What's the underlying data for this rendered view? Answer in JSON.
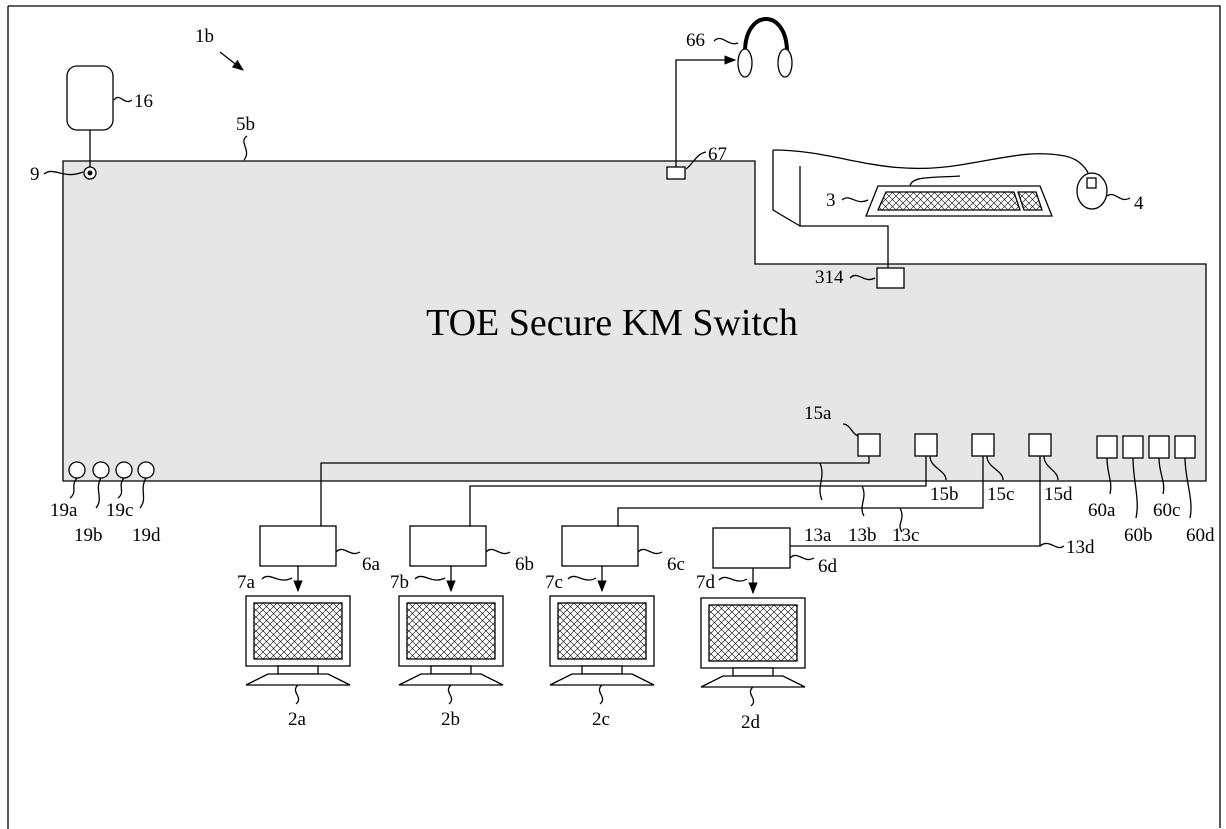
{
  "figure_label": "1b",
  "device": {
    "title": "TOE Secure KM Switch",
    "enclosure_ref": "5b",
    "tamper_ref": "9",
    "fob_ref": "16",
    "audio_port_ref": "67",
    "headset_ref": "66",
    "km_port_ref": "314",
    "keyboard_ref": "3",
    "mouse_ref": "4",
    "indicators": [
      "19a",
      "19b",
      "19c",
      "19d"
    ],
    "buttons": [
      "60a",
      "60b",
      "60c",
      "60d"
    ]
  },
  "channels": [
    {
      "port": "15a",
      "cable": "13a",
      "adapter": "6a",
      "video": "7a",
      "display": "2a"
    },
    {
      "port": "15b",
      "cable": "13b",
      "adapter": "6b",
      "video": "7b",
      "display": "2b"
    },
    {
      "port": "15c",
      "cable": "13c",
      "adapter": "6c",
      "video": "7c",
      "display": "2c"
    },
    {
      "port": "15d",
      "cable": "13d",
      "adapter": "6d",
      "video": "7d",
      "display": "2d"
    }
  ]
}
